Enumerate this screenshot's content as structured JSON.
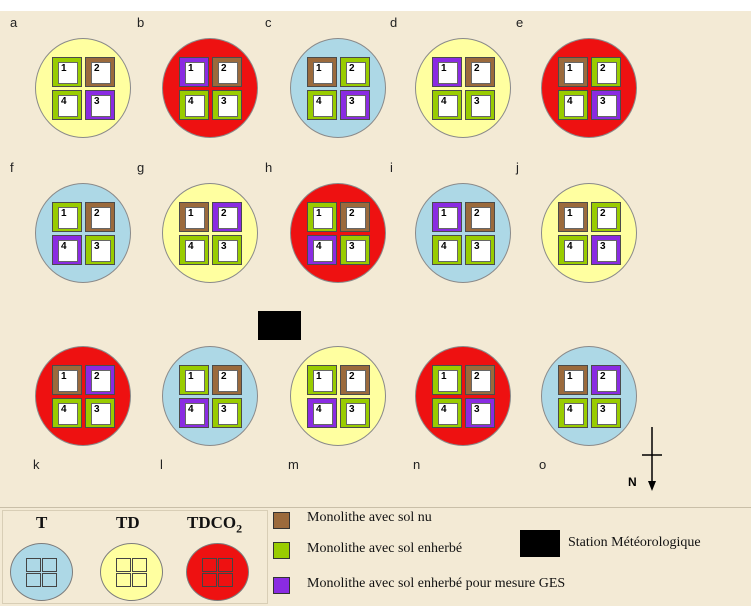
{
  "colors": {
    "T": "#add8e6",
    "TD": "#ffffa0",
    "TDCO2": "#ee1111",
    "sol_nu": "#9b6a3c",
    "sol_enherbe": "#99cc00",
    "ges": "#8a2be2",
    "station": "#000000"
  },
  "sites": [
    {
      "letter": "a",
      "treatment": "TD",
      "cells": {
        "1": "sol_enherbe",
        "2": "sol_nu",
        "4": "sol_enherbe",
        "3": "ges"
      }
    },
    {
      "letter": "b",
      "treatment": "TDCO2",
      "cells": {
        "1": "ges",
        "2": "sol_nu",
        "4": "sol_enherbe",
        "3": "sol_enherbe"
      }
    },
    {
      "letter": "c",
      "treatment": "T",
      "cells": {
        "1": "sol_nu",
        "2": "sol_enherbe",
        "4": "sol_enherbe",
        "3": "ges"
      }
    },
    {
      "letter": "d",
      "treatment": "TD",
      "cells": {
        "1": "ges",
        "2": "sol_nu",
        "4": "sol_enherbe",
        "3": "sol_enherbe"
      }
    },
    {
      "letter": "e",
      "treatment": "TDCO2",
      "cells": {
        "1": "sol_nu",
        "2": "sol_enherbe",
        "4": "sol_enherbe",
        "3": "ges"
      }
    },
    {
      "letter": "f",
      "treatment": "T",
      "cells": {
        "1": "sol_enherbe",
        "2": "sol_nu",
        "4": "ges",
        "3": "sol_enherbe"
      }
    },
    {
      "letter": "g",
      "treatment": "TD",
      "cells": {
        "1": "sol_nu",
        "2": "ges",
        "4": "sol_enherbe",
        "3": "sol_enherbe"
      }
    },
    {
      "letter": "h",
      "treatment": "TDCO2",
      "cells": {
        "1": "sol_enherbe",
        "2": "sol_nu",
        "4": "ges",
        "3": "sol_enherbe"
      }
    },
    {
      "letter": "i",
      "treatment": "T",
      "cells": {
        "1": "ges",
        "2": "sol_nu",
        "4": "sol_enherbe",
        "3": "sol_enherbe"
      }
    },
    {
      "letter": "j",
      "treatment": "TD",
      "cells": {
        "1": "sol_nu",
        "2": "sol_enherbe",
        "4": "sol_enherbe",
        "3": "ges"
      }
    },
    {
      "letter": "k",
      "treatment": "TDCO2",
      "cells": {
        "1": "sol_nu",
        "2": "ges",
        "4": "sol_enherbe",
        "3": "sol_enherbe"
      }
    },
    {
      "letter": "l",
      "treatment": "T",
      "cells": {
        "1": "sol_enherbe",
        "2": "sol_nu",
        "4": "ges",
        "3": "sol_enherbe"
      }
    },
    {
      "letter": "m",
      "treatment": "TD",
      "cells": {
        "1": "sol_enherbe",
        "2": "sol_nu",
        "4": "ges",
        "3": "sol_enherbe"
      }
    },
    {
      "letter": "n",
      "treatment": "TDCO2",
      "cells": {
        "1": "sol_enherbe",
        "2": "sol_nu",
        "4": "sol_enherbe",
        "3": "ges"
      }
    },
    {
      "letter": "o",
      "treatment": "T",
      "cells": {
        "1": "sol_nu",
        "2": "ges",
        "4": "sol_enherbe",
        "3": "sol_enherbe"
      }
    }
  ],
  "north_label": "N",
  "legend": {
    "treatments": [
      {
        "label_main": "T",
        "label_sub": "",
        "key": "T"
      },
      {
        "label_main": "TD",
        "label_sub": "",
        "key": "TD"
      },
      {
        "label_main": "TDCO",
        "label_sub": "2",
        "key": "TDCO2"
      }
    ],
    "items": [
      {
        "key": "sol_nu",
        "label": "Monolithe avec sol nu"
      },
      {
        "key": "sol_enherbe",
        "label": "Monolithe avec sol enherbé"
      },
      {
        "key": "ges",
        "label": "Monolithe avec sol enherbé pour mesure GES"
      }
    ],
    "station_label": "Station Météorologique"
  }
}
